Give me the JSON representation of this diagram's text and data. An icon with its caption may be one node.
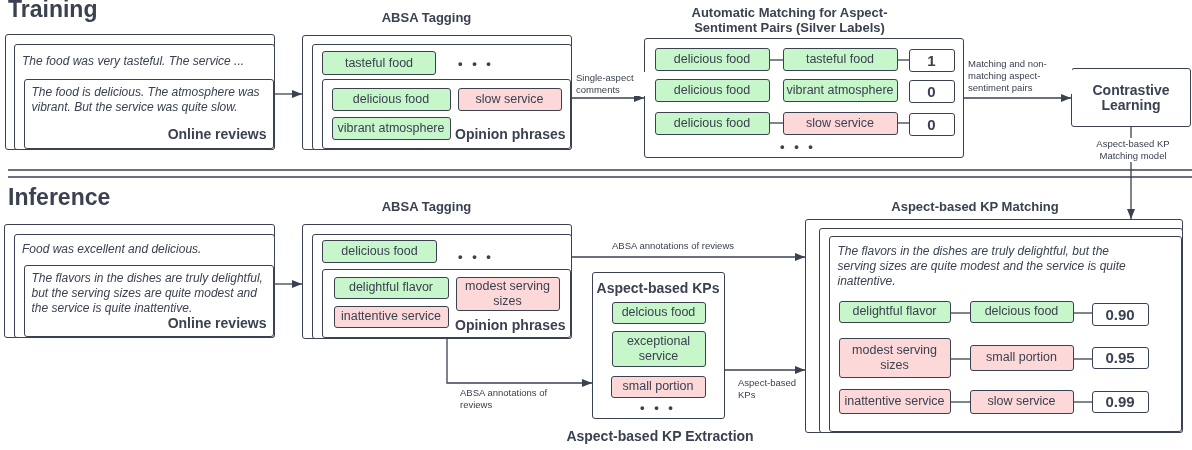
{
  "diagram": {
    "nodes": [
      {
        "text": [],
        "shape": "box"
      },
      {
        "text": [
          "The food was very tasteful. The service ..."
        ],
        "in": 0
      },
      {
        "text": [
          "The food is delicious. The atmosphere was vibrant. But the service was quite slow.",
          "Online reviews"
        ],
        "in": 1
      },
      {
        "text": [
          "ABSA Tagging"
        ]
      },
      {
        "text": [],
        "shape": "box",
        "in": 3
      },
      {
        "text": [
          "tasteful food"
        ],
        "in": 4
      },
      {
        "text": [
          "Opinion phrases"
        ],
        "in": 4
      },
      {
        "text": [
          "delicious food"
        ],
        "in": 6
      },
      {
        "text": [
          "slow service"
        ],
        "in": 6
      },
      {
        "text": [
          "vibrant atmosphere"
        ],
        "in": 6
      },
      {
        "text": [
          "Automatic Matching for Aspect-Sentiment Pairs (Silver Labels)"
        ]
      },
      {
        "text": [
          "delicious food"
        ],
        "in": 10
      },
      {
        "text": [
          "tasteful food"
        ],
        "in": 10
      },
      {
        "text": [
          "1"
        ],
        "in": 10
      },
      {
        "text": [
          "delicious food"
        ],
        "in": 10
      },
      {
        "text": [
          "vibrant atmosphere"
        ],
        "in": 10
      },
      {
        "text": [
          "0"
        ],
        "in": 10
      },
      {
        "text": [
          "delicious food"
        ],
        "in": 10
      },
      {
        "text": [
          "slow service"
        ],
        "in": 10
      },
      {
        "text": [
          "0"
        ],
        "in": 10
      },
      {
        "text": [
          "Contrastive Learning"
        ]
      },
      {
        "text": [],
        "shape": "box"
      },
      {
        "text": [
          "Food was excellent and delicious."
        ],
        "in": 21
      },
      {
        "text": [
          "The flavors in the dishes are truly delightful, but the serving sizes are quite modest and the service is quite inattentive.",
          "Online reviews"
        ],
        "in": 22
      },
      {
        "text": [
          "ABSA Tagging"
        ]
      },
      {
        "text": [],
        "shape": "box",
        "in": 24
      },
      {
        "text": [
          "delicious food"
        ],
        "in": 25
      },
      {
        "text": [
          "Opinion phrases"
        ],
        "in": 25
      },
      {
        "text": [
          "delightful flavor"
        ],
        "in": 27
      },
      {
        "text": [
          "modest serving sizes"
        ],
        "in": 27
      },
      {
        "text": [
          "inattentive service"
        ],
        "in": 27
      },
      {
        "text": [
          "Aspect-based KPs"
        ]
      },
      {
        "text": [
          "delcious food"
        ],
        "in": 31
      },
      {
        "text": [
          "exceptional service"
        ],
        "in": 31
      },
      {
        "text": [
          "small portion"
        ],
        "in": 31
      },
      {
        "text": [
          "Aspect-based KP Matching"
        ]
      },
      {
        "text": [],
        "shape": "box",
        "in": 35
      },
      {
        "text": [
          "The flavors in the dishes are truly delightful, but the serving sizes are quite modest and the service is quite inattentive."
        ],
        "in": 36
      },
      {
        "text": [
          "delightful flavor"
        ],
        "in": 37
      },
      {
        "text": [
          "delcious food"
        ],
        "in": 37
      },
      {
        "text": [
          "0.90"
        ],
        "in": 37
      },
      {
        "text": [
          "modest serving sizes"
        ],
        "in": 37
      },
      {
        "text": [
          "small portion"
        ],
        "in": 37
      },
      {
        "text": [
          "0.95"
        ],
        "in": 37
      },
      {
        "text": [
          "inattentive service"
        ],
        "in": 37
      },
      {
        "text": [
          "slow service"
        ],
        "in": 37
      },
      {
        "text": [
          "0.99"
        ],
        "in": 37
      }
    ],
    "edges": [
      {
        "from": 2,
        "to": 3,
        "arrow": "to"
      },
      {
        "from": 6,
        "to": 10,
        "arrow": "to",
        "label": "Single-aspect comments"
      },
      {
        "from": 11,
        "to": 12,
        "arrow": "none"
      },
      {
        "from": 12,
        "to": 13,
        "arrow": "none"
      },
      {
        "from": 17,
        "to": 18,
        "arrow": "none"
      },
      {
        "from": 18,
        "to": 19,
        "arrow": "none"
      },
      {
        "from": 10,
        "to": 20,
        "arrow": "to",
        "label": "Matching and non-matching aspect-sentiment pairs"
      },
      {
        "from": 20,
        "to": 35,
        "arrow": "to",
        "label": "Aspect-based KP Matching model"
      },
      {
        "from": 23,
        "to": 24,
        "arrow": "to"
      },
      {
        "from": 25,
        "to": 35,
        "arrow": "to",
        "label": "ABSA annotations of reviews"
      },
      {
        "from": 27,
        "to": 31,
        "arrow": "to",
        "label": "ABSA annotations of reviews"
      },
      {
        "from": 31,
        "to": 35,
        "arrow": "to",
        "label": "Aspect-based KPs"
      },
      {
        "from": 38,
        "to": 39,
        "arrow": "none"
      },
      {
        "from": 39,
        "to": 40,
        "arrow": "none"
      },
      {
        "from": 41,
        "to": 42,
        "arrow": "none"
      },
      {
        "from": 42,
        "to": 43,
        "arrow": "none"
      },
      {
        "from": 44,
        "to": 45,
        "arrow": "none"
      },
      {
        "from": 45,
        "to": 46,
        "arrow": "none"
      }
    ],
    "labels": [
      "Training",
      "• • •",
      "• • •",
      "Inference",
      "• • •",
      "• • •",
      "Aspect-based KP Extraction"
    ]
  }
}
